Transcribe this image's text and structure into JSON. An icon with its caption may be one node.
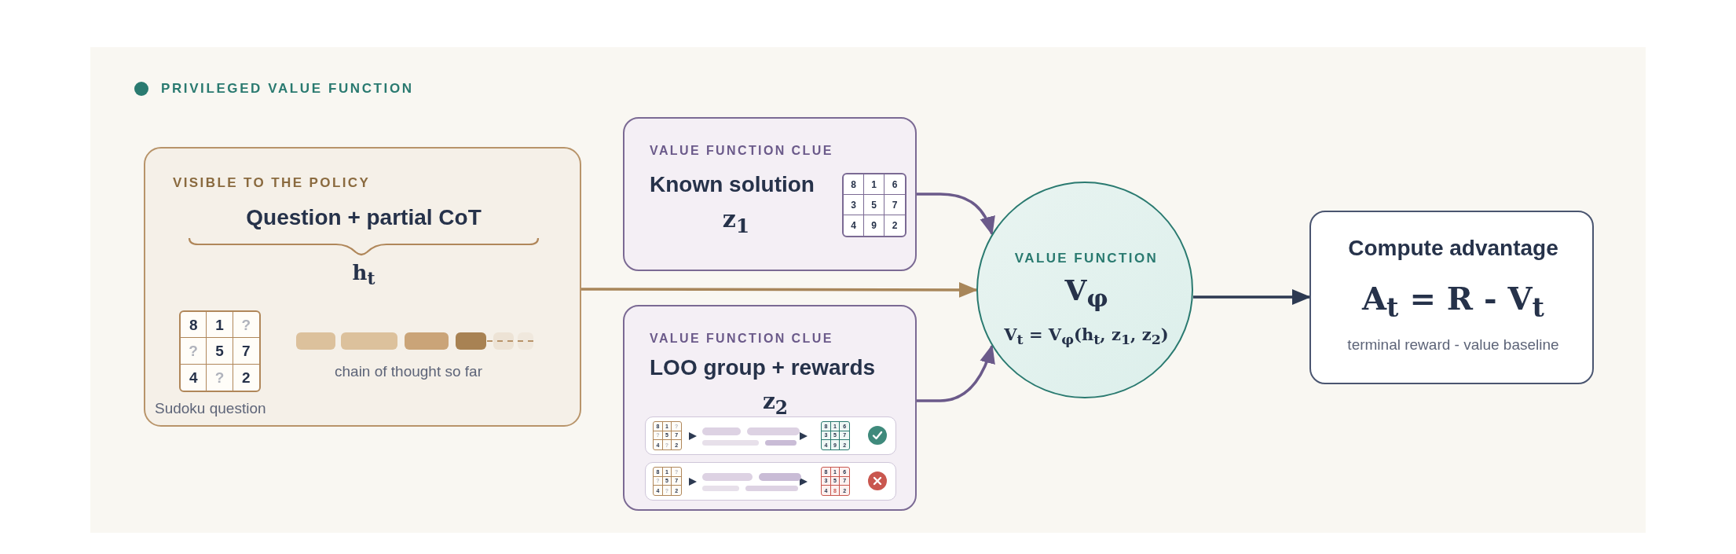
{
  "diagram": {
    "title": "PRIVILEGED VALUE FUNCTION",
    "nodes": [
      {
        "text": [
          "VISIBLE TO THE POLICY",
          "Question + partial CoT",
          "h$_{t}$",
          "chain of thought so far",
          "Sudoku question"
        ]
      },
      {
        "text": [
          "VALUE FUNCTION CLUE",
          "Known solution",
          "z$_{1}$"
        ]
      },
      {
        "text": [
          "VALUE FUNCTION CLUE",
          "LOO group + rewards",
          "z$_{2}$"
        ]
      },
      {
        "text": [
          "VALUE FUNCTION",
          "V$_{φ}$",
          "V$_{t}$ = V$_{φ}$(h$_{t}$, z$_{1}$, z$_{2}$)"
        ]
      },
      {
        "text": [
          "Compute advantage",
          "A$_{t}$ = R - V$_{t}$",
          "terminal reward - value baseline"
        ]
      }
    ],
    "edges": [
      {
        "from": 0,
        "to": 3,
        "arrow": "to",
        "color": "#a8865a"
      },
      {
        "from": 1,
        "to": 3,
        "arrow": "to",
        "color": "#6b5a8a"
      },
      {
        "from": 2,
        "to": 3,
        "arrow": "to",
        "color": "#6b5a8a"
      },
      {
        "from": 3,
        "to": 4,
        "arrow": "to",
        "color": "#2d3a52"
      }
    ],
    "labels": [
      "8",
      "1",
      "?",
      "?",
      "5",
      "7",
      "4",
      "?",
      "2",
      "8",
      "1",
      "6",
      "3",
      "5",
      "7",
      "4",
      "9",
      "2",
      "8",
      "1",
      "?",
      "?",
      "5",
      "7",
      "4",
      "?",
      "2",
      "8",
      "1",
      "6",
      "3",
      "5",
      "7",
      "4",
      "9",
      "2",
      "8",
      "1",
      "?",
      "?",
      "5",
      "7",
      "4",
      "?",
      "2",
      "8",
      "1",
      "6",
      "3",
      "5",
      "7",
      "4",
      "8",
      "2"
    ]
  }
}
